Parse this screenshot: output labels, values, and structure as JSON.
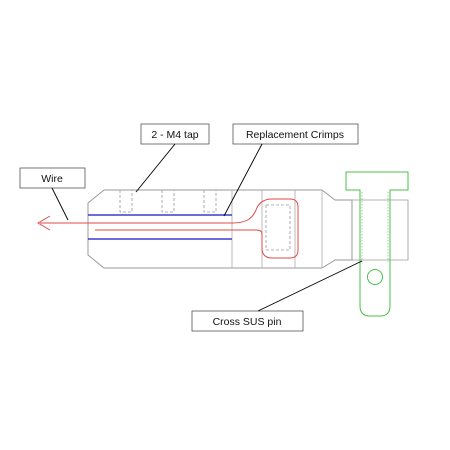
{
  "labels": {
    "wire": "Wire",
    "m4_tap": "2 - M4 tap",
    "crimps": "Replacement Crimps",
    "pin": "Cross SUS pin"
  },
  "colors": {
    "outline": "#9a9a9a",
    "wire": "#e34a4a",
    "crimp": "#3b3bd0",
    "pin": "#48c048",
    "leader": "#000000"
  }
}
